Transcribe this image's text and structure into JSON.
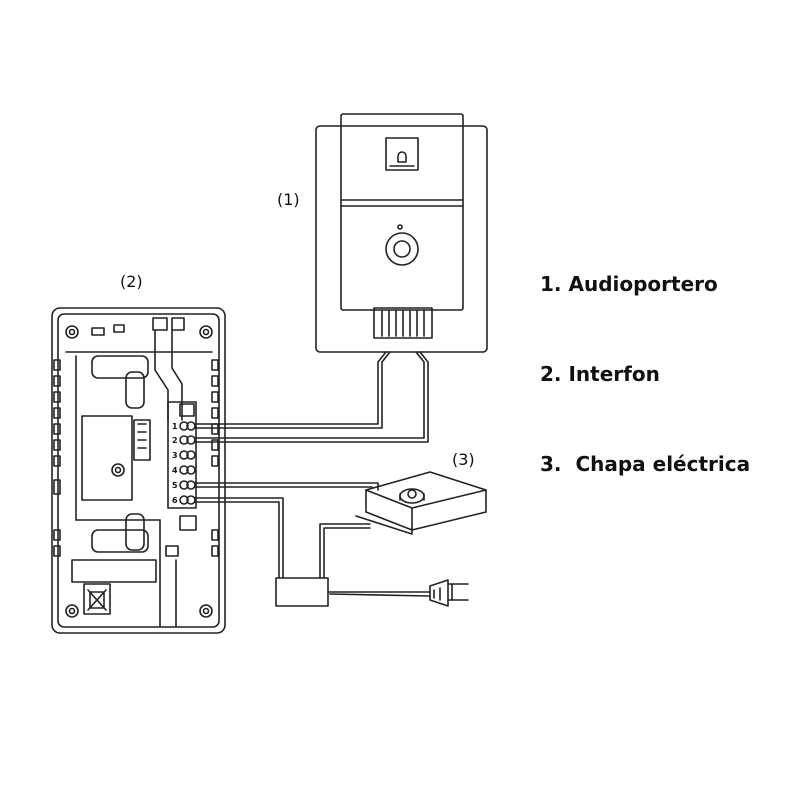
{
  "callouts": {
    "door_panel": "(1)",
    "intercom": "(2)",
    "electric_lock": "(3)"
  },
  "legend": [
    "1. Audioportero",
    "2. Interfon",
    "3.  Chapa eléctrica"
  ],
  "terminals": [
    "1",
    "2",
    "3",
    "4",
    "5",
    "6"
  ],
  "colors": {
    "line": "#222222",
    "background": "#ffffff"
  }
}
